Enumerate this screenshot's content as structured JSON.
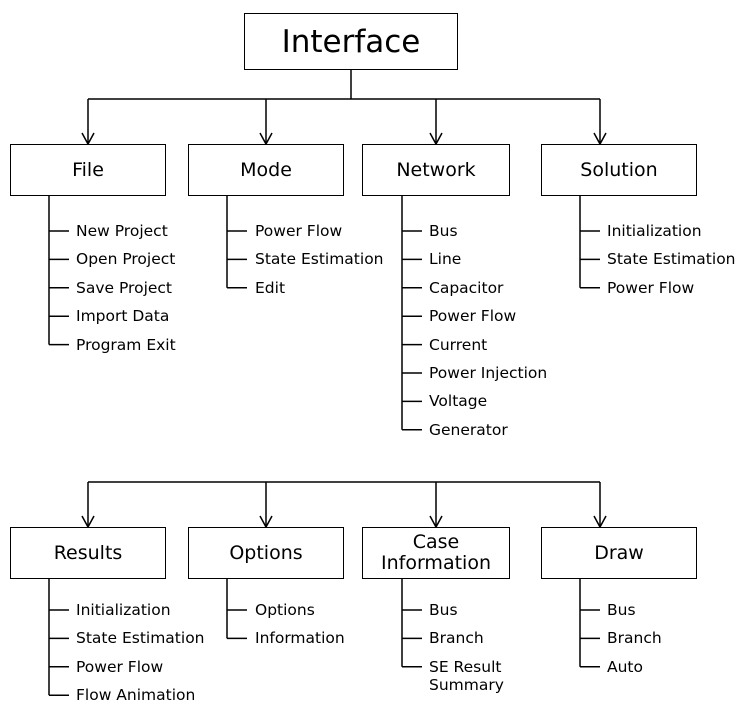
{
  "root": {
    "label": "Interface"
  },
  "top_row": [
    {
      "id": "file",
      "label": "File",
      "items": [
        "New Project",
        "Open Project",
        "Save Project",
        "Import Data",
        "Program Exit"
      ]
    },
    {
      "id": "mode",
      "label": "Mode",
      "items": [
        "Power Flow",
        "State Estimation",
        "Edit"
      ]
    },
    {
      "id": "network",
      "label": "Network",
      "items": [
        "Bus",
        "Line",
        "Capacitor",
        "Power Flow",
        "Current",
        "Power Injection",
        "Voltage",
        "Generator"
      ]
    },
    {
      "id": "solution",
      "label": "Solution",
      "items": [
        "Initialization",
        "State Estimation",
        "Power Flow"
      ]
    }
  ],
  "bottom_row": [
    {
      "id": "results",
      "label": "Results",
      "items": [
        "Initialization",
        "State Estimation",
        "Power Flow",
        "Flow Animation"
      ]
    },
    {
      "id": "options",
      "label": "Options",
      "items": [
        "Options",
        "Information"
      ]
    },
    {
      "id": "case-information",
      "label": "Case\nInformation",
      "items": [
        "Bus",
        "Branch",
        "SE Result\nSummary"
      ]
    },
    {
      "id": "draw",
      "label": "Draw",
      "items": [
        "Bus",
        "Branch",
        "Auto"
      ]
    }
  ]
}
